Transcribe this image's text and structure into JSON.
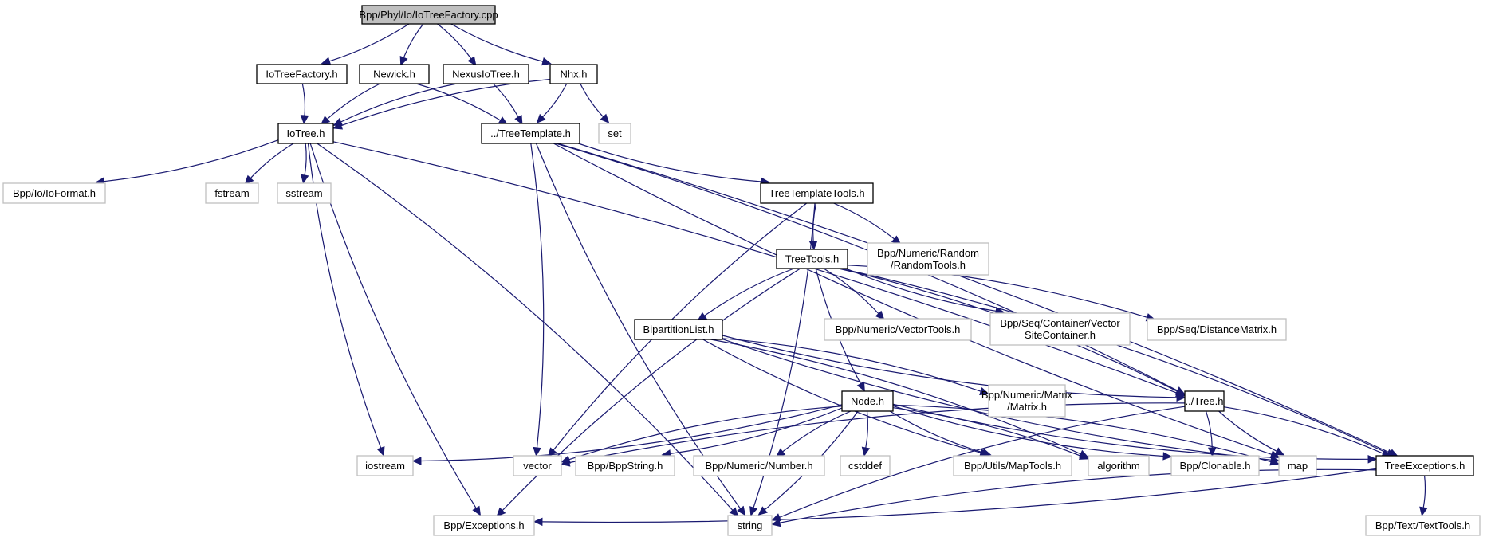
{
  "graph": {
    "title": "Bpp/Phyl/Io/IoTreeFactory.cpp",
    "edge_color": "#191970",
    "root_fill": "#bfbfbf",
    "internal_border": "#000000",
    "external_border": "#bfbfbf",
    "nodes": [
      {
        "id": "root",
        "label": [
          "Bpp/Phyl/Io/IoTreeFactory.cpp"
        ],
        "kind": "root"
      },
      {
        "id": "IoTreeFactory_h",
        "label": [
          "IoTreeFactory.h"
        ],
        "kind": "internal"
      },
      {
        "id": "Newick_h",
        "label": [
          "Newick.h"
        ],
        "kind": "internal"
      },
      {
        "id": "NexusIoTree_h",
        "label": [
          "NexusIoTree.h"
        ],
        "kind": "internal"
      },
      {
        "id": "Nhx_h",
        "label": [
          "Nhx.h"
        ],
        "kind": "internal"
      },
      {
        "id": "IoTree_h",
        "label": [
          "IoTree.h"
        ],
        "kind": "internal"
      },
      {
        "id": "TreeTemplate_h",
        "label": [
          "../TreeTemplate.h"
        ],
        "kind": "internal"
      },
      {
        "id": "set",
        "label": [
          "set"
        ],
        "kind": "external"
      },
      {
        "id": "IoFormat_h",
        "label": [
          "Bpp/Io/IoFormat.h"
        ],
        "kind": "external"
      },
      {
        "id": "fstream",
        "label": [
          "fstream"
        ],
        "kind": "external"
      },
      {
        "id": "sstream",
        "label": [
          "sstream"
        ],
        "kind": "external"
      },
      {
        "id": "TreeTemplateTools_h",
        "label": [
          "TreeTemplateTools.h"
        ],
        "kind": "internal"
      },
      {
        "id": "RandomTools_h",
        "label": [
          "Bpp/Numeric/Random",
          "/RandomTools.h"
        ],
        "kind": "external"
      },
      {
        "id": "TreeTools_h",
        "label": [
          "TreeTools.h"
        ],
        "kind": "internal"
      },
      {
        "id": "BipartitionList_h",
        "label": [
          "BipartitionList.h"
        ],
        "kind": "internal"
      },
      {
        "id": "VectorTools_h",
        "label": [
          "Bpp/Numeric/VectorTools.h"
        ],
        "kind": "external"
      },
      {
        "id": "VectorSiteContainer_h",
        "label": [
          "Bpp/Seq/Container/Vector",
          "SiteContainer.h"
        ],
        "kind": "external"
      },
      {
        "id": "DistanceMatrix_h",
        "label": [
          "Bpp/Seq/DistanceMatrix.h"
        ],
        "kind": "external"
      },
      {
        "id": "Node_h",
        "label": [
          "Node.h"
        ],
        "kind": "internal"
      },
      {
        "id": "Matrix_h",
        "label": [
          "Bpp/Numeric/Matrix",
          "/Matrix.h"
        ],
        "kind": "external"
      },
      {
        "id": "Tree_h",
        "label": [
          "../Tree.h"
        ],
        "kind": "internal"
      },
      {
        "id": "iostream",
        "label": [
          "iostream"
        ],
        "kind": "external"
      },
      {
        "id": "vector",
        "label": [
          "vector"
        ],
        "kind": "external"
      },
      {
        "id": "BppString_h",
        "label": [
          "Bpp/BppString.h"
        ],
        "kind": "external"
      },
      {
        "id": "Number_h",
        "label": [
          "Bpp/Numeric/Number.h"
        ],
        "kind": "external"
      },
      {
        "id": "cstddef",
        "label": [
          "cstddef"
        ],
        "kind": "external"
      },
      {
        "id": "MapTools_h",
        "label": [
          "Bpp/Utils/MapTools.h"
        ],
        "kind": "external"
      },
      {
        "id": "algorithm",
        "label": [
          "algorithm"
        ],
        "kind": "external"
      },
      {
        "id": "Clonable_h",
        "label": [
          "Bpp/Clonable.h"
        ],
        "kind": "external"
      },
      {
        "id": "map",
        "label": [
          "map"
        ],
        "kind": "external"
      },
      {
        "id": "TreeExceptions_h",
        "label": [
          "TreeExceptions.h"
        ],
        "kind": "internal"
      },
      {
        "id": "Exceptions_h",
        "label": [
          "Bpp/Exceptions.h"
        ],
        "kind": "external"
      },
      {
        "id": "string",
        "label": [
          "string"
        ],
        "kind": "external"
      },
      {
        "id": "TextTools_h",
        "label": [
          "Bpp/Text/TextTools.h"
        ],
        "kind": "external"
      }
    ],
    "edges": [
      [
        "root",
        "IoTreeFactory_h"
      ],
      [
        "root",
        "Newick_h"
      ],
      [
        "root",
        "NexusIoTree_h"
      ],
      [
        "root",
        "Nhx_h"
      ],
      [
        "IoTreeFactory_h",
        "IoTree_h"
      ],
      [
        "Newick_h",
        "IoTree_h"
      ],
      [
        "Newick_h",
        "TreeTemplate_h"
      ],
      [
        "NexusIoTree_h",
        "IoTree_h"
      ],
      [
        "NexusIoTree_h",
        "TreeTemplate_h"
      ],
      [
        "Nhx_h",
        "IoTree_h"
      ],
      [
        "Nhx_h",
        "TreeTemplate_h"
      ],
      [
        "Nhx_h",
        "set"
      ],
      [
        "IoTree_h",
        "IoFormat_h"
      ],
      [
        "IoTree_h",
        "fstream"
      ],
      [
        "IoTree_h",
        "sstream"
      ],
      [
        "IoTree_h",
        "iostream"
      ],
      [
        "IoTree_h",
        "Tree_h"
      ],
      [
        "IoTree_h",
        "Exceptions_h"
      ],
      [
        "IoTree_h",
        "string"
      ],
      [
        "TreeTemplate_h",
        "TreeTemplateTools_h"
      ],
      [
        "TreeTemplate_h",
        "vector"
      ],
      [
        "TreeTemplate_h",
        "string"
      ],
      [
        "TreeTemplate_h",
        "Tree_h"
      ],
      [
        "TreeTemplate_h",
        "map"
      ],
      [
        "TreeTemplate_h",
        "TreeExceptions_h"
      ],
      [
        "TreeTemplateTools_h",
        "TreeTools_h"
      ],
      [
        "TreeTemplateTools_h",
        "RandomTools_h"
      ],
      [
        "TreeTemplateTools_h",
        "vector"
      ],
      [
        "TreeTemplateTools_h",
        "string"
      ],
      [
        "TreeTools_h",
        "BipartitionList_h"
      ],
      [
        "TreeTools_h",
        "VectorTools_h"
      ],
      [
        "TreeTools_h",
        "VectorSiteContainer_h"
      ],
      [
        "TreeTools_h",
        "DistanceMatrix_h"
      ],
      [
        "TreeTools_h",
        "Node_h"
      ],
      [
        "TreeTools_h",
        "Tree_h"
      ],
      [
        "TreeTools_h",
        "Exceptions_h"
      ],
      [
        "TreeTools_h",
        "TreeExceptions_h"
      ],
      [
        "BipartitionList_h",
        "Tree_h"
      ],
      [
        "BipartitionList_h",
        "Matrix_h"
      ],
      [
        "BipartitionList_h",
        "MapTools_h"
      ],
      [
        "BipartitionList_h",
        "algorithm"
      ],
      [
        "BipartitionList_h",
        "map"
      ],
      [
        "Node_h",
        "iostream"
      ],
      [
        "Node_h",
        "vector"
      ],
      [
        "Node_h",
        "BppString_h"
      ],
      [
        "Node_h",
        "Number_h"
      ],
      [
        "Node_h",
        "cstddef"
      ],
      [
        "Node_h",
        "MapTools_h"
      ],
      [
        "Node_h",
        "algorithm"
      ],
      [
        "Node_h",
        "Clonable_h"
      ],
      [
        "Node_h",
        "map"
      ],
      [
        "Node_h",
        "TreeExceptions_h"
      ],
      [
        "Node_h",
        "string"
      ],
      [
        "Tree_h",
        "vector"
      ],
      [
        "Tree_h",
        "Clonable_h"
      ],
      [
        "Tree_h",
        "map"
      ],
      [
        "Tree_h",
        "TreeExceptions_h"
      ],
      [
        "Tree_h",
        "string"
      ],
      [
        "TreeExceptions_h",
        "Exceptions_h"
      ],
      [
        "TreeExceptions_h",
        "string"
      ],
      [
        "TreeExceptions_h",
        "TextTools_h"
      ]
    ]
  }
}
